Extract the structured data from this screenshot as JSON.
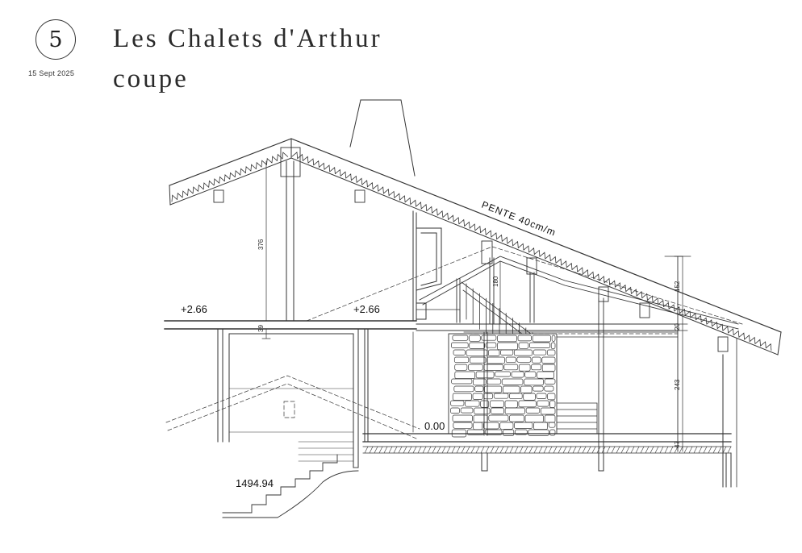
{
  "header": {
    "sheet_number": "5",
    "date": "15 Sept 2025",
    "title": "Les Chalets d'Arthur",
    "subtitle": "coupe"
  },
  "annotations": {
    "slope": "PENTE 40cm/m",
    "level_upper_left": "+2.66",
    "level_upper_mid": "+2.66",
    "level_ground": "0.00",
    "level_altitude": "1494.94",
    "dim_376": "376",
    "dim_39": "39",
    "dim_180": "180",
    "dim_152": "152",
    "dim_20": "20",
    "dim_243": "243",
    "dim_47": "47"
  }
}
